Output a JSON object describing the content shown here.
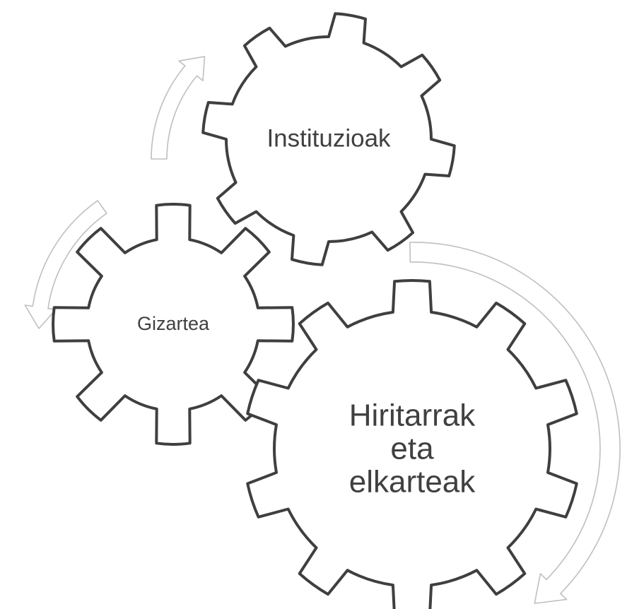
{
  "diagram": {
    "gears": {
      "institutions": {
        "label": "Instituzioak"
      },
      "society": {
        "label": "Gizartea"
      },
      "citizens": {
        "lines": [
          "Hiritarrak",
          "eta",
          "elkarteak"
        ]
      }
    },
    "colors": {
      "gear_stroke": "#3f3f3f",
      "gear_fill": "#ffffff",
      "text": "#404040",
      "arrow_stroke": "#bfbfbf"
    },
    "icons": [
      "gear-icon",
      "curved-arrow-icon"
    ]
  }
}
